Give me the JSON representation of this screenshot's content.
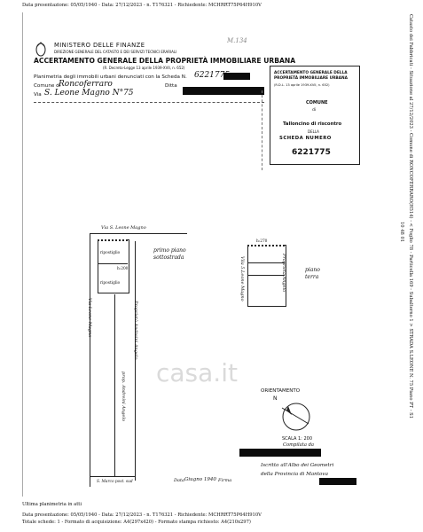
{
  "top_meta": "Data presentazione: 05/05/1940 - Data: 27/12/2023 - n. T176321 - Richiedente: MCHRRT75P64H910V",
  "header": {
    "ministry": "MINISTERO DELLE FINANZE",
    "direction": "DIREZIONE GENERALE DEL CATASTO E DEI SERVIZI TECNICI ERARIALI",
    "title": "ACCERTAMENTO GENERALE DELLA PROPRIETÀ IMMOBILIARE URBANA",
    "subtitle": "(R. Decreto-Legge 13 aprile 1939-XVII, n. 652)",
    "code": "M.134"
  },
  "form": {
    "planimetry_label": "Planimetria degli immobili urbani denunciati con la Scheda N.",
    "scheda_number": "6221775",
    "comune_label": "Comune di",
    "comune_value": "Roncoferraro",
    "via_label": "Via",
    "via_value": "S. Leone Magno N°75",
    "ditta_label": "Ditta"
  },
  "stamp": {
    "line1": "ACCERTAMENTO GENERALE DELLA",
    "line2": "PROPRIETÀ IMMOBILIARE URBANA",
    "line3": "(R.D.L. 13 aprile 1939-XVII, n. 652)",
    "comune": "COMUNE",
    "di": "di",
    "talloncino": "Talloncino di riscontro",
    "della": "DELLA",
    "scheda_numero": "SCHEDA NUMERO",
    "number": "6221775"
  },
  "plan": {
    "street": "Via S. Leone Magno",
    "room_top": "ripostiglio",
    "room_mid": "ripostiglio",
    "h_label": "h:200",
    "floor_first": "primo piano sottostrada",
    "left_vertical": "Proprietà Andreini Angelo",
    "right_vertical": "prop. Andreini Angelo",
    "other_vertical": "Via Leone Magno",
    "bottom_left": "S. Marco post. sud",
    "right_h": "h:270",
    "right_v1": "Vila 5.Leone Magno",
    "right_v2": "Proprietà Angelo",
    "floor_ground": "piano terra"
  },
  "orientation": {
    "label": "ORIENTAMENTO",
    "north": "N"
  },
  "footer_form": {
    "scale": "SCALA 1: 200",
    "compiled_by": "Compilata da",
    "iscritto": "Iscritto all'Albo dei Geometri",
    "provincia": "della Provincia di Mantova",
    "data_label": "Data",
    "data_value": "Giugno 1940",
    "firma": "Firma",
    "watermark": "casa.it"
  },
  "side_meta": "Catasto dei Fabbricati - Situazione al 27/12/2023 - Comune di RONCOFERRARO(H514) - < Foglio 78 - Particella 169 - Subalterno 1 > STRADA S.LEONE N. 75 Piano PT - S1",
  "side_code": "10 48 01",
  "bottom": {
    "ultima": "Ultima planimetria in atti",
    "meta": "Data presentazione: 05/05/1940 - Data: 27/12/2023 - n. T176321 - Richiedente: MCHRRT75P64H910V",
    "total": "Totale schede: 1 - Formato di acquisizione: A4(297x420) - Formato stampa richiesto: A4(210x297)"
  }
}
